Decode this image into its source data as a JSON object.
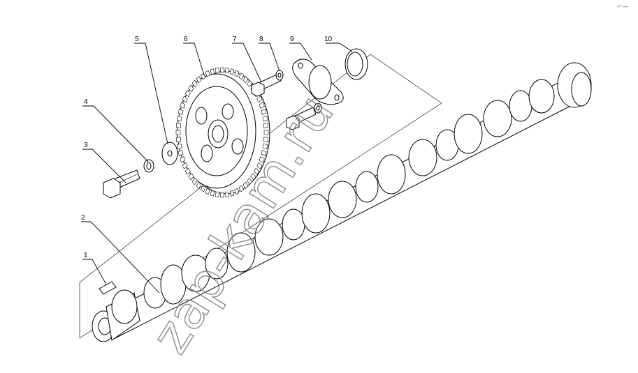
{
  "callouts": [
    {
      "id": "1",
      "label": "1"
    },
    {
      "id": "2",
      "label": "2"
    },
    {
      "id": "3",
      "label": "3"
    },
    {
      "id": "4",
      "label": "4"
    },
    {
      "id": "5",
      "label": "5"
    },
    {
      "id": "6",
      "label": "6"
    },
    {
      "id": "7",
      "label": "7"
    },
    {
      "id": "8",
      "label": "8"
    },
    {
      "id": "9",
      "label": "9"
    },
    {
      "id": "10",
      "label": "10"
    }
  ],
  "watermark": "zap-kam.ru",
  "corner_mark": "⌐—",
  "accent_color": "#1a5fd6"
}
